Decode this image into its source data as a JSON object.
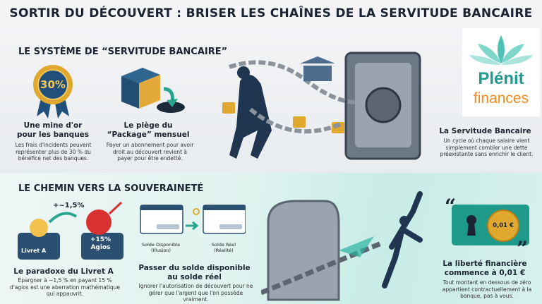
{
  "title": "SORTIR DU DÉCOUVERT : BRISER LES CHAÎNES DE LA SERVITUDE BANCAIRE",
  "logo": {
    "line1": "Plénit",
    "line2": "finances"
  },
  "section1": {
    "heading": "LE SYSTÈME DE “SERVITUDE BANCAIRE”",
    "items": [
      {
        "badge": "30%",
        "title_l1": "Une mine d'or",
        "title_l2": "pour les banques",
        "desc": "Les frais d'incidents peuvent représenter plus de 30 % du bénéfice net des banques."
      },
      {
        "title_l1": "Le piège du",
        "title_l2": "“Package” mensuel",
        "desc": "Payer un abonnement pour avoir droit au découvert revient à payer pour être endetté."
      },
      {
        "title": "La Servitude Bancaire",
        "desc": "Un cycle où chaque salaire vient simplement combler une dette préexistante sans enrichir le client."
      }
    ]
  },
  "section2": {
    "heading": "LE CHEMIN VERS LA SOUVERAINETÉ",
    "livret": {
      "rate": "+~1,5%",
      "wallet1": "Livret A",
      "wallet2_l1": "+15%",
      "wallet2_l2": "Agios",
      "title": "Le paradoxe du Livret A",
      "desc": "Épargner à ~1,5 % en payant 15 % d'agios est une aberration mathématique qui appauvrit."
    },
    "solde": {
      "label1_l1": "Solde Disponible",
      "label1_l2": "(Illusion)",
      "label2_l1": "Solde Réel",
      "label2_l2": "(Réalité)",
      "title_l1": "Passer du solde disponible",
      "title_l2": "au solde réel",
      "desc": "Ignorer l'autorisation de découvert pour ne gérer que l'argent que l'on possède vraiment."
    },
    "liberte": {
      "coin": "0,01 €",
      "title_l1": "La liberté financière",
      "title_l2": "commence à 0,01 €",
      "desc": "Tout montant en dessous de zéro appartient contractuellement à la banque, pas à vous."
    }
  },
  "colors": {
    "navy": "#1c2433",
    "teal": "#2aa58f",
    "gold": "#e0a82e",
    "red": "#d93030",
    "orange": "#f08a1c"
  }
}
